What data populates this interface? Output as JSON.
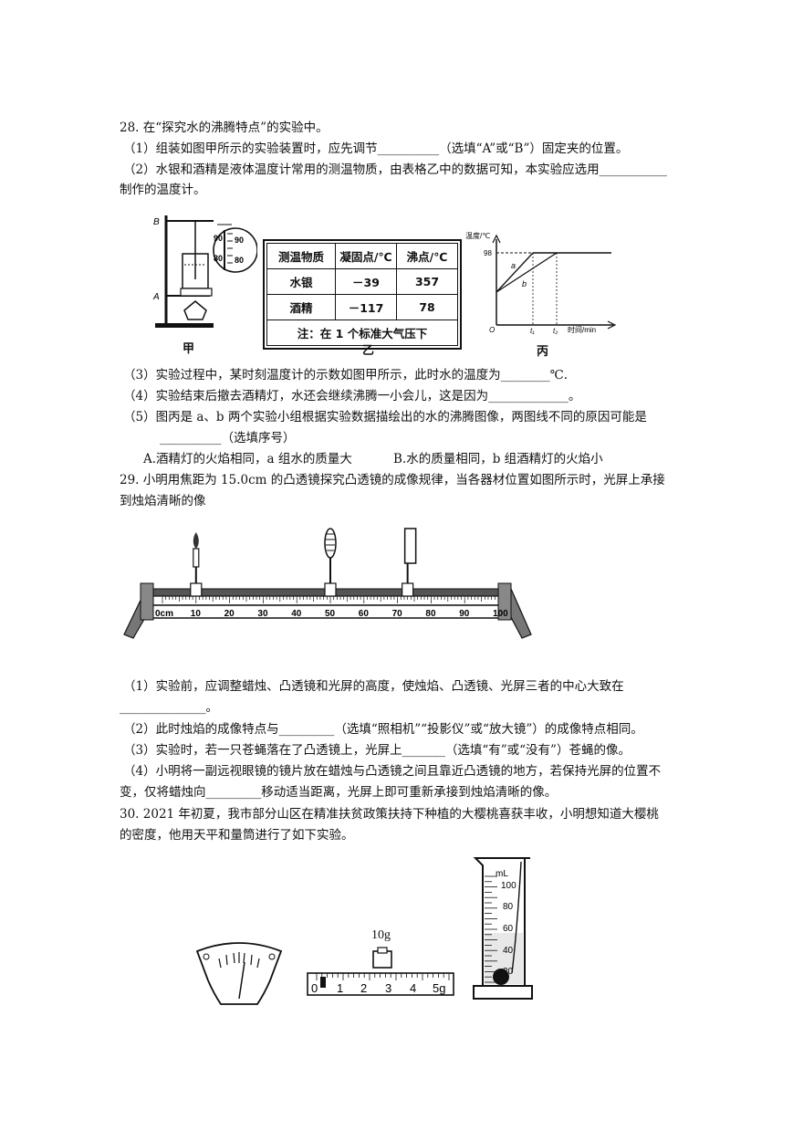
{
  "q28": {
    "stem": "28. 在“探究水的沸腾特点”的实验中。",
    "p1": "（1）组装如图甲所示的实验装置时，应先调节__________（选填“A”或“B”）固定夹的位置。",
    "p2a": "（2）水银和酒精是液体温度计常用的测温物质，由表格乙中的数据可知，本实验应选用___________",
    "p2b": "制作的温度计。",
    "p3": "（3）实验过程中，某时刻温度计的示数如图甲所示，此时水的温度为________℃.",
    "p4": "（4）实验结束后撤去酒精灯，水还会继续沸腾一小会儿，这是因为_____________。",
    "p5a": "（5）图丙是 a、b 两个实验小组根据实验数据描绘出的水的沸腾图像，两图线不同的原因可能是",
    "p5b": "__________（选填序号）",
    "optA": "A.酒精灯的火焰相同，a 组水的质量大",
    "optB": "B.水的质量相同，b 组酒精灯的火焰小",
    "fig_jia": {
      "caption": "甲",
      "label_A": "A",
      "label_B": "B",
      "scale_labels": [
        "90",
        "80"
      ],
      "scale_labels_zoom": [
        "90",
        "90",
        "80",
        "80"
      ]
    },
    "fig_yi": {
      "caption": "乙",
      "headers": [
        "测温物质",
        "凝固点/℃",
        "沸点/℃"
      ],
      "rows": [
        [
          "水银",
          "－39",
          "357"
        ],
        [
          "酒精",
          "－117",
          "78"
        ]
      ],
      "note": "注：在 1 个标准大气压下"
    },
    "fig_bing": {
      "caption": "丙",
      "ylabel": "温度/℃",
      "xlabel": "时间/min",
      "y_tick": "98",
      "origin": "O",
      "t1": "t₁",
      "t2": "t₂",
      "line_a": "a",
      "line_b": "b"
    }
  },
  "q29": {
    "stem_a": "29. 小明用焦距为 15.0cm 的凸透镜探究凸透镜的成像规律，当各器材位置如图所示时，光屏上承接",
    "stem_b": "到烛焰清晰的像",
    "p1a": "（1）实验前，应调整蜡烛、凸透镜和光屏的高度，使烛焰、凸透镜、光屏三者的中心大致在",
    "p1b": "______________。",
    "p2": "（2）此时烛焰的成像特点与_________（选填“照相机”“投影仪”或“放大镜”）的成像特点相同。",
    "p3": "（3）实验时，若一只苍蝇落在了凸透镜上，光屏上_______（选填“有”或“没有”）苍蝇的像。",
    "p4a": "（4）小明将一副远视眼镜的镜片放在蜡烛与凸透镜之间且靠近凸透镜的地方，若保持光屏的位置不",
    "p4b": "变，仅将蜡烛向_________移动适当距离，光屏上即可重新承接到烛焰清晰的像。",
    "bench": {
      "ticks": [
        "0cm",
        "10",
        "20",
        "30",
        "40",
        "50",
        "60",
        "70",
        "80",
        "90",
        "100"
      ],
      "candle_cm": 10,
      "lens_cm": 50,
      "screen_cm": 73
    }
  },
  "q30": {
    "stem_a": "30.  2021 年初夏，我市部分山区在精准扶贫政策扶持下种植的大樱桃喜获丰收，小明想知道大樱桃",
    "stem_b": "的密度，他用天平和量筒进行了如下实验。",
    "weight": "10g",
    "rider_labels": [
      "0",
      "1",
      "2",
      "3",
      "4",
      "5g"
    ],
    "cylinder_unit": "mL",
    "cylinder_labels": [
      "100",
      "80",
      "60",
      "40",
      "20"
    ]
  }
}
